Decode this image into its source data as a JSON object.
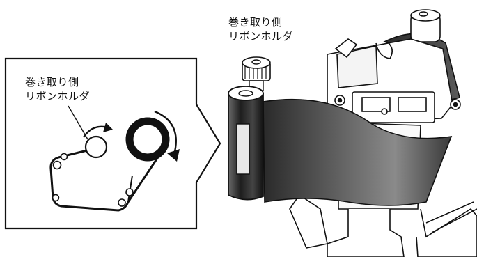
{
  "callout": {
    "line1": "巻き取り側",
    "line2": "リボンホルダ"
  },
  "detail": {
    "line1": "巻き取り側",
    "line2": "リボンホルダ"
  },
  "colors": {
    "ink": "#111111",
    "ribbon_dark": "#3a3a3a",
    "ribbon_light": "#9a9a9a",
    "paper": "#ffffff"
  },
  "icons": {
    "rotation_arrows": "curved-arrow-icon"
  }
}
